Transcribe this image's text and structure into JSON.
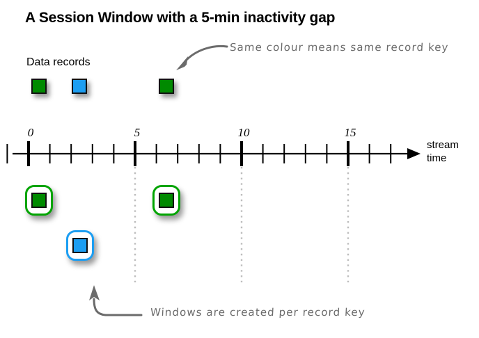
{
  "title": "A Session Window with a 5-min inactivity gap",
  "labels": {
    "data_records": "Data records",
    "axis_caption_line1": "stream",
    "axis_caption_line2": "time"
  },
  "annotations": {
    "top": "Same colour means same record key",
    "bottom": "Windows are created per record key"
  },
  "colors": {
    "green": "#008a00",
    "green_border": "#00a400",
    "blue": "#1c9ef2",
    "blue_border": "#1c9ef2",
    "axis": "#000000",
    "guide": "#bdbdbd",
    "annotation": "#6b6b6b",
    "square_outline": "#111111",
    "background": "#ffffff"
  },
  "chart_data": {
    "type": "timeline",
    "title": "A Session Window with a 5-min inactivity gap",
    "xlabel": "stream time",
    "xlim": [
      -1.4,
      18.3
    ],
    "axis_major_ticks": [
      0,
      5,
      10,
      15
    ],
    "axis_major_tick_labels": [
      "0",
      "5",
      "10",
      "15"
    ],
    "axis_minor_tick_step": 1,
    "axis_minor_ticks": [
      -1,
      1,
      2,
      3,
      4,
      6,
      7,
      8,
      9,
      11,
      12,
      13,
      14,
      16,
      17
    ],
    "grid": false,
    "guide_lines_at": [
      5,
      10,
      15
    ],
    "legend": "none",
    "series": [
      {
        "name": "data-records",
        "row": "records",
        "values": [
          {
            "x": 0.55,
            "key": "green",
            "color": "#008a00"
          },
          {
            "x": 2.45,
            "key": "blue",
            "color": "#1c9ef2"
          },
          {
            "x": 6.55,
            "key": "green",
            "color": "#008a00"
          }
        ]
      },
      {
        "name": "session-windows",
        "row": "windows",
        "values": [
          {
            "x": 0.55,
            "key": "green",
            "color": "#008a00",
            "lane": 1
          },
          {
            "x": 6.55,
            "key": "green",
            "color": "#008a00",
            "lane": 1
          },
          {
            "x": 2.45,
            "key": "blue",
            "color": "#1c9ef2",
            "lane": 2
          }
        ]
      }
    ],
    "annotations": [
      {
        "text": "Same colour means same record key",
        "points_to": "data-records"
      },
      {
        "text": "Windows are created per record key",
        "points_to": "session-windows"
      }
    ]
  }
}
